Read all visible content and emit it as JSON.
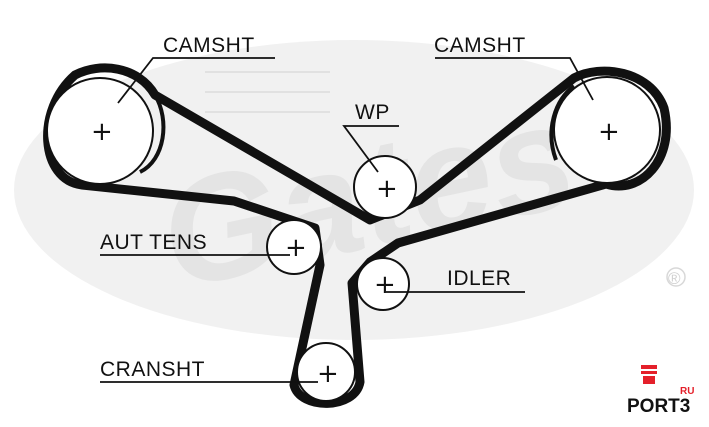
{
  "diagram": {
    "labels": {
      "camshaft_left": "CAMSHT",
      "camshaft_right": "CAMSHT",
      "water_pump": "WP",
      "auto_tensioner": "AUT TENS",
      "idler": "IDLER",
      "crankshaft": "CRANSHT"
    },
    "center_mark": "+"
  },
  "watermark": {
    "brand": "Gates",
    "registered": "®"
  },
  "logo": {
    "text": "PORT3",
    "suffix": "RU"
  },
  "colors": {
    "belt": "#111111",
    "watermark": "#e4e4e4",
    "logo_accent": "#e4202a"
  }
}
